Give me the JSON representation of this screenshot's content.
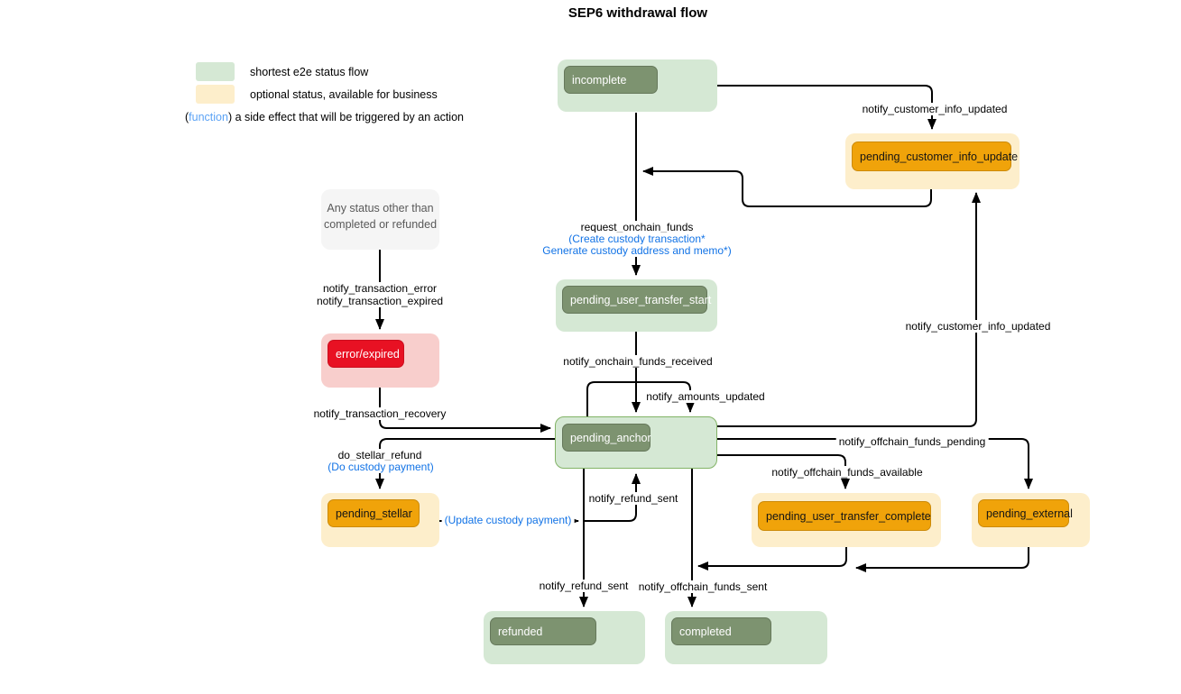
{
  "title": "SEP6 withdrawal flow",
  "legend": {
    "shortest_flow": "shortest e2e status flow",
    "optional_status": "optional status, available for business",
    "function_prefix": "(",
    "function_word": "function",
    "function_suffix": ") a side effect that will be triggered by an action"
  },
  "nodes": {
    "incomplete": "incomplete",
    "pending_customer_info_update": "pending_customer_info_update",
    "pending_user_transfer_start": "pending_user_transfer_start",
    "pending_anchor": "pending_anchor",
    "any_status_line1": "Any status other than",
    "any_status_line2": "completed or refunded",
    "error_expired": "error/expired",
    "pending_stellar": "pending_stellar",
    "pending_user_transfer_complete": "pending_user_transfer_complete",
    "pending_external": "pending_external",
    "refunded": "refunded",
    "completed": "completed"
  },
  "edge_labels": {
    "notify_customer_info_updated_top": "notify_customer_info_updated",
    "request_onchain_funds": "request_onchain_funds",
    "create_custody_transaction": "(Create custody transaction*",
    "generate_custody_address": "Generate custody address and memo*)",
    "notify_onchain_funds_received": "notify_onchain_funds_received",
    "notify_amounts_updated": "notify_amounts_updated",
    "notify_transaction_error": "notify_transaction_error",
    "notify_transaction_expired": "notify_transaction_expired",
    "notify_transaction_recovery": "notify_transaction_recovery",
    "do_stellar_refund": "do_stellar_refund",
    "do_custody_payment": "(Do custody payment)",
    "update_custody_payment": "(Update custody payment)",
    "notify_refund_sent_up": "notify_refund_sent",
    "notify_refund_sent_down": "notify_refund_sent",
    "notify_offchain_funds_sent": "notify_offchain_funds_sent",
    "notify_customer_info_updated_right": "notify_customer_info_updated",
    "notify_offchain_funds_pending": "notify_offchain_funds_pending",
    "notify_offchain_funds_available": "notify_offchain_funds_available"
  },
  "colors": {
    "green_fill": "#d5e8d4",
    "green_chip": "#7d9370",
    "anchor_border": "#82b366",
    "yellow_fill": "#fdeecb",
    "orange_chip": "#f0a30a",
    "red_fill": "#f8cecc",
    "red_chip": "#e81123",
    "note_fill": "#f5f5f5",
    "action_blue": "#1273e6",
    "legend_function_blue": "#5ca3f5",
    "line_color": "#000000"
  }
}
